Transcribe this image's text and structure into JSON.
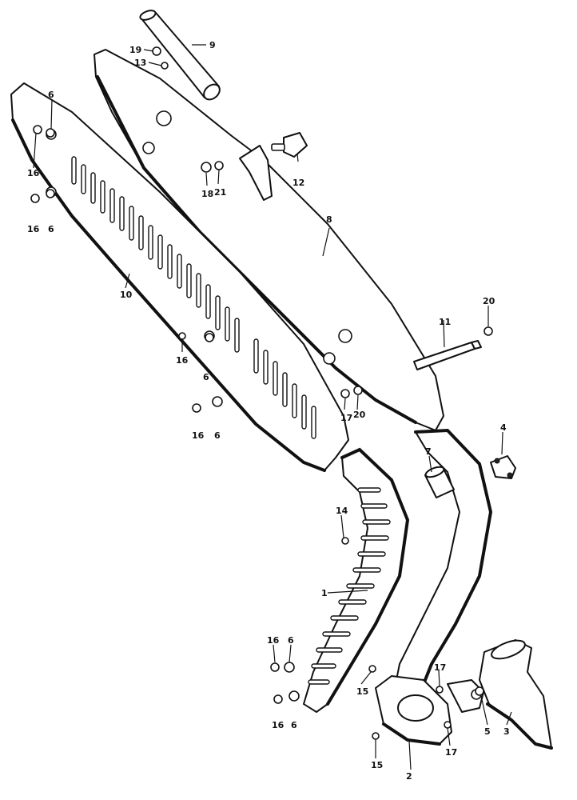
{
  "diagram": {
    "callouts": {
      "c1": "1",
      "c2": "2",
      "c3": "3",
      "c4": "4",
      "c5": "5",
      "c6a": "6",
      "c6b": "6",
      "c6c": "6",
      "c6d": "6",
      "c6e": "6",
      "c6f": "6",
      "c7": "7",
      "c8": "8",
      "c9": "9",
      "c10": "10",
      "c11": "11",
      "c12": "12",
      "c13": "13",
      "c14": "14",
      "c15a": "15",
      "c15b": "15",
      "c16a": "16",
      "c16b": "16",
      "c16c": "16",
      "c16d": "16",
      "c16e": "16",
      "c16f": "16",
      "c17a": "17",
      "c17b": "17",
      "c17c": "17",
      "c18": "18",
      "c19": "19",
      "c20a": "20",
      "c20b": "20",
      "c21": "21"
    }
  }
}
